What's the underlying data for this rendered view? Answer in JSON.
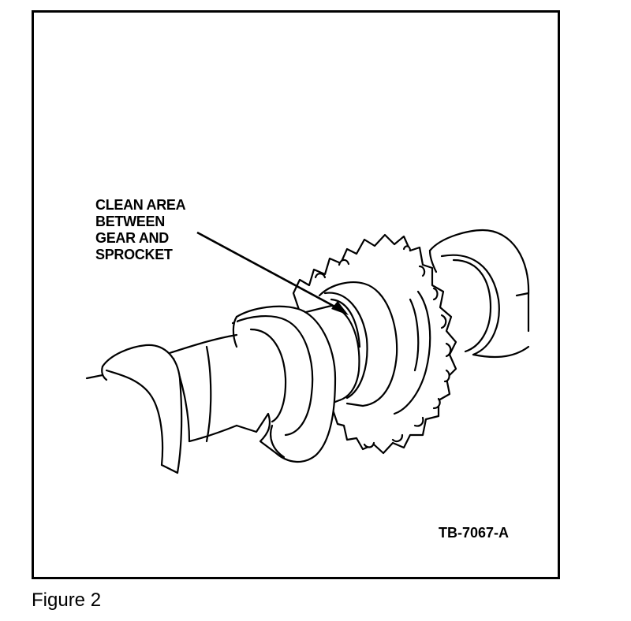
{
  "callout": {
    "lines": [
      "CLEAN AREA",
      "BETWEEN",
      "GEAR AND",
      "SPROCKET"
    ]
  },
  "figure_id": "TB-7067-A",
  "caption": "Figure 2",
  "colors": {
    "ink": "#000000",
    "paper": "#ffffff"
  },
  "icons": [
    "camshaft-illustration",
    "sprocket-gear",
    "pointer-arrow"
  ]
}
